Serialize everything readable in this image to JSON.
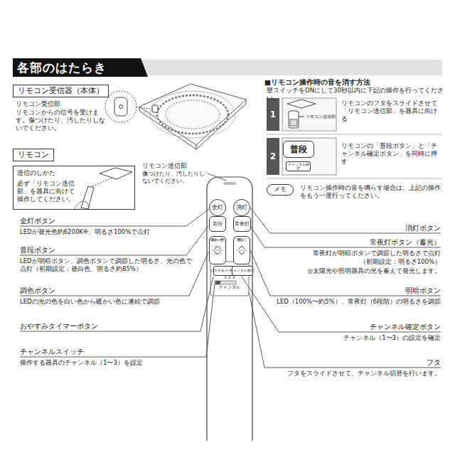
{
  "diagram": {
    "title": "各部のはたらき",
    "nodes": [
      {
        "text": [
          "リモコン受信器（本体）"
        ]
      },
      {
        "text": [
          "リモコン"
        ]
      },
      {
        "text": [
          "送信のしかた",
          "必ず「リモコン送信部」を器具に向けて操作してください。"
        ]
      },
      {
        "text": [
          "1 2 3",
          "チャンネル"
        ]
      },
      {
        "text": [
          "全灯"
        ],
        "in": 3
      },
      {
        "text": [
          "消灯"
        ],
        "in": 3
      },
      {
        "text": [
          "普段"
        ],
        "in": 3
      },
      {
        "text": [
          "常夜灯"
        ],
        "in": 3
      },
      {
        "text": [
          "白い色",
          "暖かい色"
        ],
        "in": 3
      },
      {
        "text": [
          "明るく",
          "暗く"
        ],
        "in": 3
      },
      {
        "text": [
          "おやすみタイマー"
        ],
        "in": 3
      },
      {
        "text": [
          "チャンネル確定"
        ],
        "in": 3
      },
      {
        "text": [
          "1"
        ]
      },
      {
        "text": [
          "2"
        ]
      },
      {
        "text": [
          "普段"
        ]
      },
      {
        "text": [
          "チャンネル確定"
        ]
      },
      {
        "text": [
          "メモ"
        ]
      }
    ],
    "labels": [
      "リモコン受信部",
      "リモコンからの信号を受けます。傷つけたり、汚したりしないでください。",
      "■リモコン操作時の音を消す方法",
      "壁スイッチをONにして30秒以内に下記の操作を行ってください。",
      "リモコン送信部",
      "リモコンのフタをスライドさせて「リモコン送信部」を器具に向ける",
      "リモコンの「普段ボタン」と「チャンネル確定ボタン」を同時に押す",
      "リモコン操作時の音を鳴らす場合は、上記の操作をもう一度行ってください。",
      "リモコン送信部",
      "傷つけたり、汚したりしないでください。",
      "全灯ボタン",
      "LEDが昼光色約6200K※、明るさ100%で点灯",
      "消灯ボタン",
      "常夜灯ボタン（蓄光）",
      "常夜灯が明暗ボタンで調節した明るさで点灯",
      "（初期設定：明るさ100%）",
      "◎太陽光や照明器具の光を蓄えて発光します。",
      "普段ボタン",
      "LEDが明暗ボタン、調色ボタンで調節した明るさ、光の色で点灯（初期設定：昼白色、明るさ約85%）",
      "調色ボタン",
      "LEDの光の色を白い色から暖かい色に連続で調節",
      "明暗ボタン",
      "LED（100%〜約5%）、常夜灯（6段階）の明るさを調節",
      "おやすみタイマーボタン",
      "チャンネル確定ボタン",
      "チャンネル（1〜3）の設定を確定",
      "チャンネルスイッチ",
      "操作する器具のチャンネル（1〜3）を設定",
      "フタ",
      "フタをスライドさせて、チャンネル切替を行います。"
    ]
  }
}
